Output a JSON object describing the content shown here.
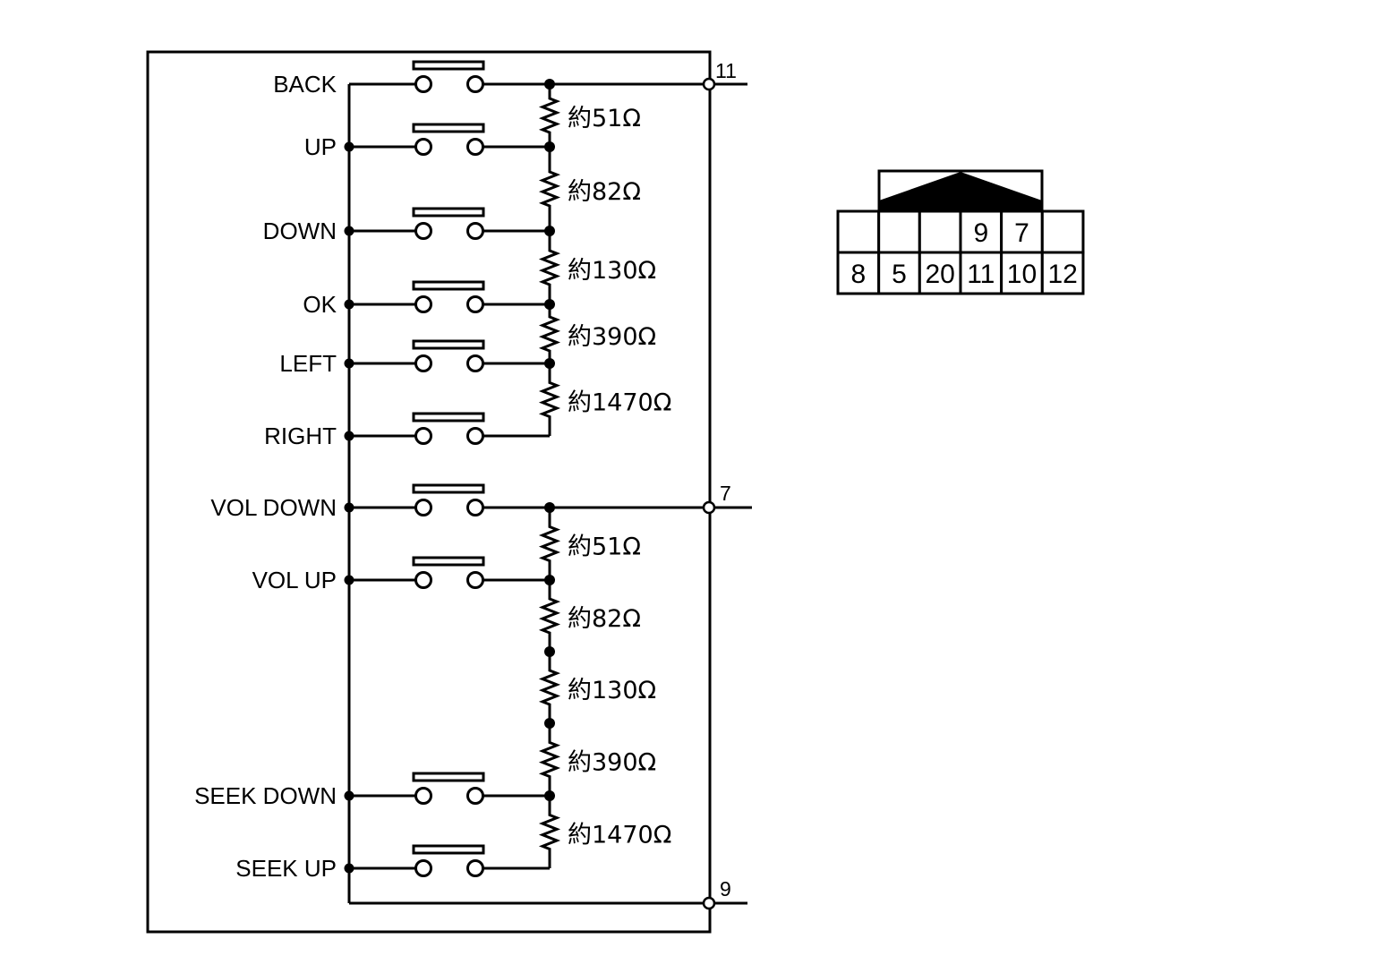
{
  "switches": [
    {
      "label": "BACK"
    },
    {
      "label": "UP"
    },
    {
      "label": "DOWN"
    },
    {
      "label": "OK"
    },
    {
      "label": "LEFT"
    },
    {
      "label": "RIGHT"
    },
    {
      "label": "VOL DOWN"
    },
    {
      "label": "VOL UP"
    },
    {
      "label": "SEEK DOWN"
    },
    {
      "label": "SEEK UP"
    }
  ],
  "resistors": [
    {
      "label": "約51Ω"
    },
    {
      "label": "約82Ω"
    },
    {
      "label": "約130Ω"
    },
    {
      "label": "約390Ω"
    },
    {
      "label": "約1470Ω"
    },
    {
      "label": "約51Ω"
    },
    {
      "label": "約82Ω"
    },
    {
      "label": "約130Ω"
    },
    {
      "label": "約390Ω"
    },
    {
      "label": "約1470Ω"
    }
  ],
  "terminals": [
    {
      "label": "11"
    },
    {
      "label": "7"
    },
    {
      "label": "9"
    }
  ],
  "connector": {
    "top_row": [
      "",
      "",
      "",
      "9",
      "7",
      ""
    ],
    "bottom_row": [
      "8",
      "5",
      "20",
      "11",
      "10",
      "12"
    ]
  }
}
